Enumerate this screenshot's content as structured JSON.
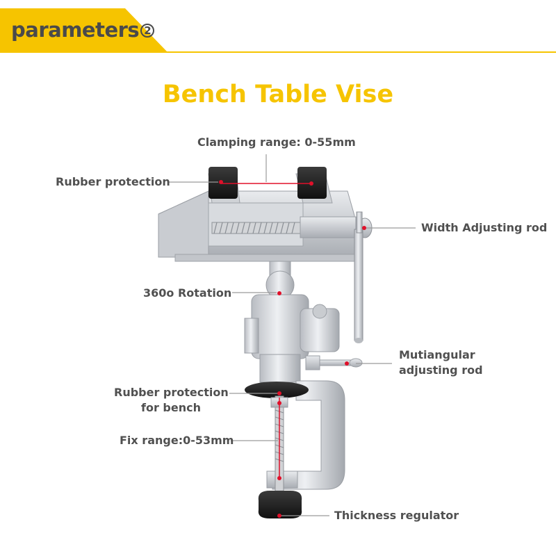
{
  "header": {
    "title": "parameters",
    "mark": "2",
    "accent_color": "#f6c400"
  },
  "title": "Bench Table Vise",
  "callouts": {
    "clamping_range": "Clamping range: 0-55mm",
    "rubber_protection": "Rubber protection",
    "width_adjusting_rod": "Width Adjusting rod",
    "rotation": "360o Rotation",
    "multiangular_line1": "Mutiangular",
    "multiangular_line2": "adjusting rod",
    "rubber_bench_line1": "Rubber protection",
    "rubber_bench_line2": "for bench",
    "fix_range": "Fix range:0-53mm",
    "thickness_regulator": "Thickness regulator"
  },
  "marker_color": "#e0102a"
}
